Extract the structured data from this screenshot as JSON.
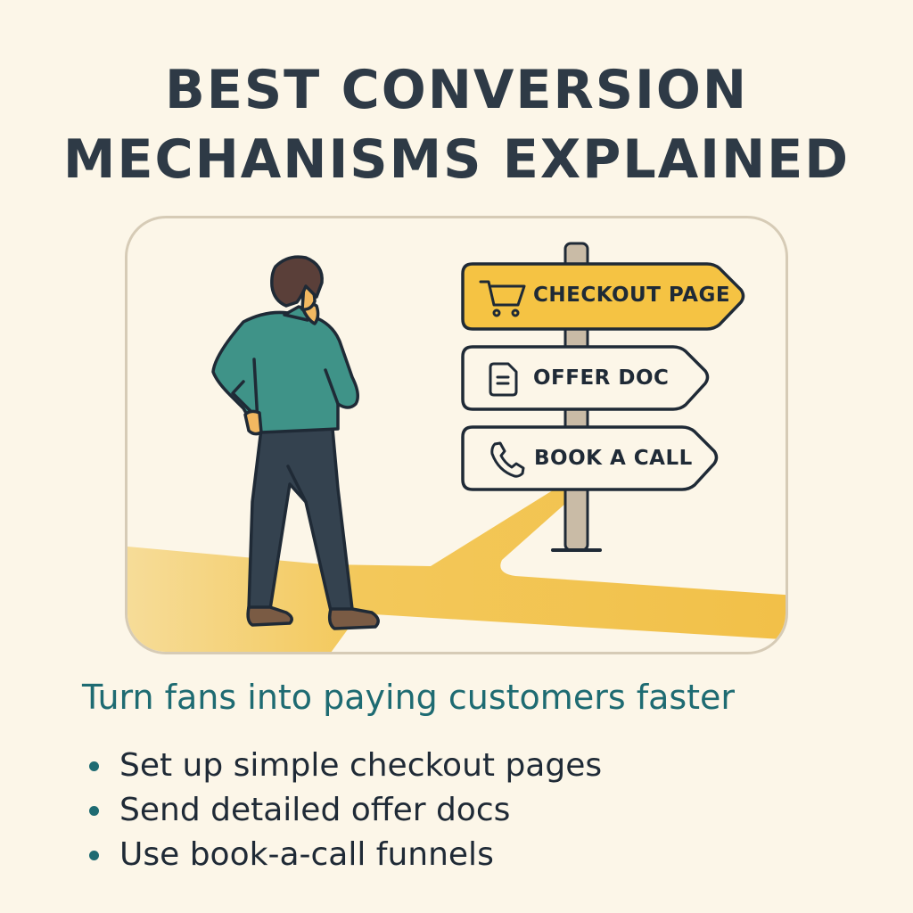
{
  "title": {
    "line1": "BEST CONVERSION",
    "line2": "MECHANISMS EXPLAINED"
  },
  "illustration": {
    "figure": "person-looking-at-signpost",
    "signs": [
      {
        "label": "CHECKOUT PAGE",
        "icon": "shopping-cart-icon",
        "highlighted": true,
        "color": "#f5c343"
      },
      {
        "label": "OFFER DOC",
        "icon": "document-icon",
        "highlighted": false,
        "color": "#fcf6e8"
      },
      {
        "label": "BOOK A CALL",
        "icon": "phone-icon",
        "highlighted": false,
        "color": "#fcf6e8"
      }
    ]
  },
  "subtitle": "Turn fans into paying customers faster",
  "bullets": [
    "Set up simple checkout pages",
    "Send detailed offer docs",
    "Use book-a-call funnels"
  ],
  "colors": {
    "background": "#fcf6e8",
    "title": "#2e3a46",
    "accent_teal": "#1e6b72",
    "path_yellow": "#f5c343",
    "panel_border": "#d6cbb6"
  }
}
